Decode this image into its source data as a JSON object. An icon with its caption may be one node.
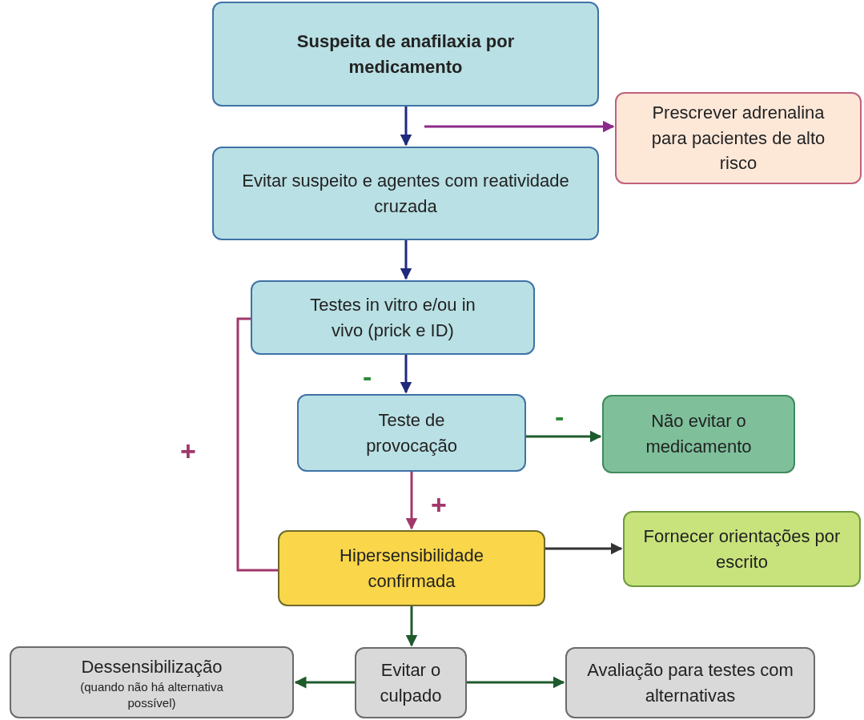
{
  "diagram": {
    "nodes": [
      {
        "text": [
          "Suspeita de anafilaxia por medicamento"
        ]
      },
      {
        "text": [
          "Prescrever adrenalina para pacientes de alto risco"
        ]
      },
      {
        "text": [
          "Evitar suspeito e agentes com reatividade cruzada"
        ]
      },
      {
        "text": [
          "Testes in vitro e/ou in vivo (prick e ID)"
        ]
      },
      {
        "text": [
          "Teste de provocação"
        ]
      },
      {
        "text": [
          "Não evitar o medicamento"
        ]
      },
      {
        "text": [
          "Hipersensibilidade confirmada"
        ]
      },
      {
        "text": [
          "Fornecer orientações por escrito"
        ]
      },
      {
        "text": [
          "Dessensibilização",
          "(quando não há alternativa possível)"
        ]
      },
      {
        "text": [
          "Evitar o culpado"
        ]
      },
      {
        "text": [
          "Avaliação para testes com alternativas"
        ]
      }
    ],
    "edges": [
      {
        "from": 0,
        "to": 2,
        "arrow": "to",
        "color": "#1f2a7a"
      },
      {
        "from": null,
        "to": 1,
        "arrow": "to",
        "color": "#8b2a8a"
      },
      {
        "from": 2,
        "to": 3,
        "arrow": "to",
        "color": "#1f2a7a"
      },
      {
        "from": 3,
        "to": 4,
        "arrow": "to",
        "label": "-",
        "color": "#1f2a7a"
      },
      {
        "from": 4,
        "to": 5,
        "arrow": "to",
        "label": "-"
      },
      {
        "from": 4,
        "to": 6,
        "arrow": "to",
        "label": "+",
        "color": "#a0386a"
      },
      {
        "from": 3,
        "to": 6,
        "arrow": "none",
        "label": "+",
        "color": "#a0386a"
      },
      {
        "from": 6,
        "to": 7,
        "arrow": "to",
        "color": "#333333"
      },
      {
        "from": 6,
        "to": 9,
        "arrow": "to"
      },
      {
        "from": 9,
        "to": 8,
        "arrow": "to"
      },
      {
        "from": 9,
        "to": 10,
        "arrow": "to"
      }
    ]
  }
}
